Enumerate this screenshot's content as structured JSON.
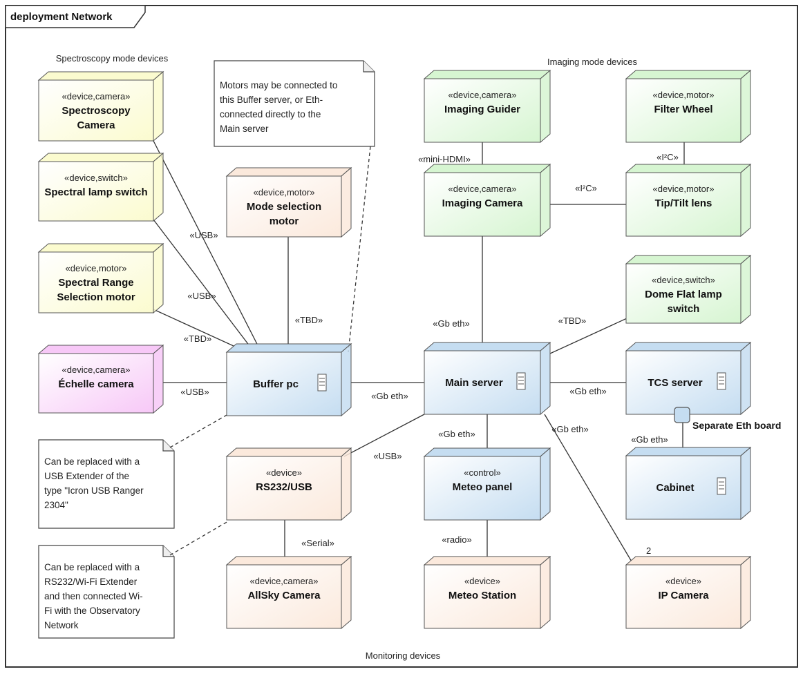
{
  "diagram": {
    "title": "deployment Network",
    "regions": {
      "spectroscopy": "Spectroscopy mode devices",
      "imaging": "Imaging mode devices",
      "monitoring": "Monitoring devices"
    },
    "colors": {
      "yellow": "#fbfbcf",
      "green": "#d6f5d1",
      "peach": "#fbe9dc",
      "blue": "#c5ddf1",
      "pink": "#f7c8f7"
    },
    "nodes": [
      {
        "id": "spectroscopy-camera",
        "stereotype": "«device,camera»",
        "name": [
          "Spectroscopy",
          "Camera"
        ],
        "color": "yellow"
      },
      {
        "id": "spectral-lamp-switch",
        "stereotype": "«device,switch»",
        "name": [
          "Spectral lamp switch"
        ],
        "color": "yellow"
      },
      {
        "id": "spectral-range-motor",
        "stereotype": "«device,motor»",
        "name": [
          "Spectral Range",
          "Selection motor"
        ],
        "color": "yellow"
      },
      {
        "id": "echelle-camera",
        "stereotype": "«device,camera»",
        "name": [
          "Échelle camera"
        ],
        "color": "pink"
      },
      {
        "id": "mode-selection-motor",
        "stereotype": "«device,motor»",
        "name": [
          "Mode selection",
          "motor"
        ],
        "color": "peach"
      },
      {
        "id": "buffer-pc",
        "stereotype": "",
        "name": [
          "Buffer pc"
        ],
        "color": "blue",
        "server": true
      },
      {
        "id": "imaging-guider",
        "stereotype": "«device,camera»",
        "name": [
          "Imaging Guider"
        ],
        "color": "green"
      },
      {
        "id": "filter-wheel",
        "stereotype": "«device,motor»",
        "name": [
          "Filter Wheel"
        ],
        "color": "green"
      },
      {
        "id": "imaging-camera",
        "stereotype": "«device,camera»",
        "name": [
          "Imaging Camera"
        ],
        "color": "green"
      },
      {
        "id": "tip-tilt-lens",
        "stereotype": "«device,motor»",
        "name": [
          "Tip/Tilt lens"
        ],
        "color": "green"
      },
      {
        "id": "dome-flat-lamp-switch",
        "stereotype": "«device,switch»",
        "name": [
          "Dome Flat lamp",
          "switch"
        ],
        "color": "green"
      },
      {
        "id": "main-server",
        "stereotype": "",
        "name": [
          "Main server"
        ],
        "color": "blue",
        "server": true
      },
      {
        "id": "tcs-server",
        "stereotype": "",
        "name": [
          "TCS server"
        ],
        "color": "blue",
        "server": true
      },
      {
        "id": "cabinet",
        "stereotype": "",
        "name": [
          "Cabinet"
        ],
        "color": "blue",
        "server": true
      },
      {
        "id": "rs232-usb",
        "stereotype": "«device»",
        "name": [
          "RS232/USB"
        ],
        "color": "peach"
      },
      {
        "id": "meteo-panel",
        "stereotype": "«control»",
        "name": [
          "Meteo panel"
        ],
        "color": "blue"
      },
      {
        "id": "allsky-camera",
        "stereotype": "«device,camera»",
        "name": [
          "AllSky Camera"
        ],
        "color": "peach"
      },
      {
        "id": "meteo-station",
        "stereotype": "«device»",
        "name": [
          "Meteo Station"
        ],
        "color": "peach"
      },
      {
        "id": "ip-camera",
        "stereotype": "«device»",
        "name": [
          "IP Camera"
        ],
        "color": "peach"
      }
    ],
    "edges": [
      {
        "id": "spectroscopy-camera-buffer",
        "label": "«USB»"
      },
      {
        "id": "lamp-switch-buffer",
        "label": "«USB»"
      },
      {
        "id": "range-motor-buffer",
        "label": "«TBD»"
      },
      {
        "id": "echelle-buffer",
        "label": "«USB»"
      },
      {
        "id": "mode-motor-buffer",
        "label": "«TBD»"
      },
      {
        "id": "buffer-main",
        "label": "«Gb eth»"
      },
      {
        "id": "guider-imaging-camera",
        "label": "«mini-HDMI»"
      },
      {
        "id": "filter-tip-tilt",
        "label": "«I²C»"
      },
      {
        "id": "imaging-camera-tip-tilt",
        "label": "«I²C»"
      },
      {
        "id": "imaging-camera-main",
        "label": "«Gb eth»"
      },
      {
        "id": "dome-main",
        "label": "«TBD»"
      },
      {
        "id": "main-tcs",
        "label": "«Gb eth»"
      },
      {
        "id": "main-meteo-panel",
        "label": "«Gb eth»"
      },
      {
        "id": "main-rs232",
        "label": "«USB»"
      },
      {
        "id": "main-ip-camera",
        "label": "«Gb eth»"
      },
      {
        "id": "rs232-allsky",
        "label": "«Serial»"
      },
      {
        "id": "panel-station",
        "label": "«radio»"
      },
      {
        "id": "eth-board-cabinet",
        "label": "«Gb eth»"
      }
    ],
    "multiplicity": "2",
    "port_label": "Separate Eth board",
    "notes": [
      {
        "id": "motors-note",
        "lines": [
          "Motors may be connected to",
          "this Buffer server, or Eth-",
          "connected directly to the",
          "Main server"
        ]
      },
      {
        "id": "usb-extender-note",
        "lines": [
          "Can be replaced with a",
          "USB Extender of the",
          "type \"Icron USB Ranger",
          "2304\""
        ]
      },
      {
        "id": "wifi-extender-note",
        "lines": [
          "Can be replaced with a",
          "RS232/Wi-Fi Extender",
          "and then connected Wi-",
          "Fi with the Observatory",
          "Network"
        ]
      }
    ]
  }
}
